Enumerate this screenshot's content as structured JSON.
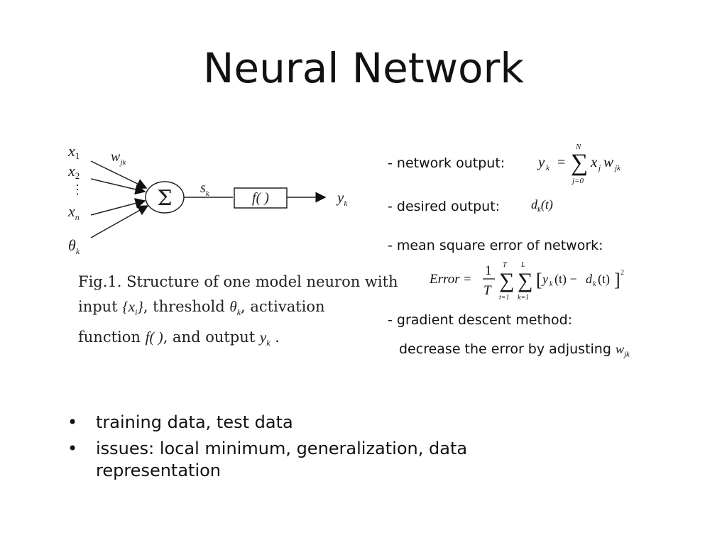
{
  "slide": {
    "title": "Neural Network"
  },
  "figure": {
    "inputs": [
      "x",
      "x",
      "x",
      "θ"
    ],
    "input_subscripts": [
      "1",
      "2",
      "n",
      "k"
    ],
    "weight_label": "w",
    "weight_subscript": "jk",
    "sum_symbol": "Σ",
    "s_label": "s",
    "s_subscript": "k",
    "function_label": "f( )",
    "output_label": "y",
    "output_subscript": "k",
    "caption": {
      "line1": "Fig.1. Structure of one model neuron with",
      "line2_pre": "input",
      "line2_input": "{x",
      "line2_input_sub": "i",
      "line2_input_close": "}",
      "line2_mid": ", threshold",
      "line2_theta": "θ",
      "line2_theta_sub": "k",
      "line2_post": ", activation",
      "line3_pre": "function",
      "line3_f": "f( )",
      "line3_mid": ", and output",
      "line3_y": "y",
      "line3_y_sub": "k",
      "line3_post": "."
    }
  },
  "definitions": [
    {
      "label": "- network output:"
    },
    {
      "label": "- desired output:"
    },
    {
      "label": "- mean square error of network:"
    },
    {
      "label": "- gradient descent method:"
    }
  ],
  "gradient_text": "decrease the error by adjusting",
  "bullets": [
    "training data, test data",
    "issues: local minimum, generalization, data representation"
  ]
}
